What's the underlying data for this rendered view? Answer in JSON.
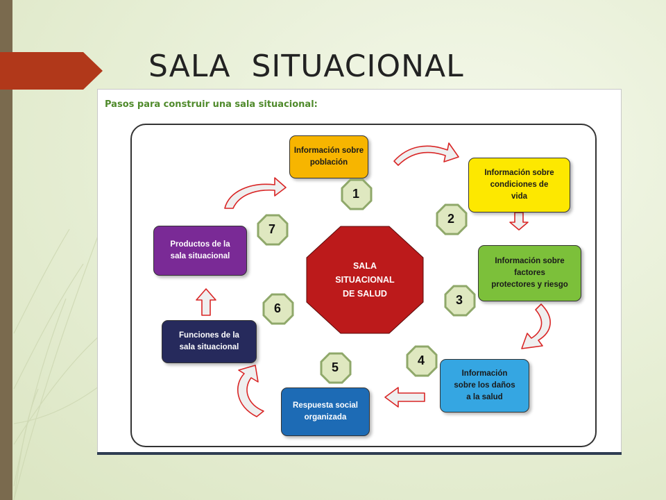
{
  "slide": {
    "title": "SALA  SITUACIONAL"
  },
  "diagram": {
    "heading": "Pasos para construir una sala situacional:",
    "center": "SALA\nSITUACIONAL\nDE SALUD",
    "colors": {
      "center": "#bc1a1b",
      "arrow_fill": "#efefef",
      "arrow_stroke": "#d92525",
      "badge_fill": "#dfe8c0",
      "badge_border": "#8fa86a"
    },
    "steps": [
      {
        "number": "1",
        "lines": [
          "Información sobre",
          "población"
        ],
        "color": "#f7b500",
        "text_color": "#1a1a1a"
      },
      {
        "number": "2",
        "lines": [
          "Información sobre",
          "condiciones de",
          "vida"
        ],
        "color": "#fde800",
        "text_color": "#1a1a1a"
      },
      {
        "number": "3",
        "lines": [
          "Información sobre",
          "factores",
          "protectores y riesgo"
        ],
        "color": "#7cc03a",
        "text_color": "#1a1a1a"
      },
      {
        "number": "4",
        "lines": [
          "Información",
          "sobre los daños",
          "a la salud"
        ],
        "color": "#35a6e2",
        "text_color": "#1a1a1a"
      },
      {
        "number": "5",
        "lines": [
          "Respuesta social",
          "organizada"
        ],
        "color": "#1d6bb5",
        "text_color": "#ffffff"
      },
      {
        "number": "6",
        "lines": [
          "Funciones de la",
          "sala situacional"
        ],
        "color": "#262a5c",
        "text_color": "#ffffff"
      },
      {
        "number": "7",
        "lines": [
          "Productos de la",
          "sala situacional"
        ],
        "color": "#7a2a96",
        "text_color": "#ffffff"
      }
    ]
  }
}
